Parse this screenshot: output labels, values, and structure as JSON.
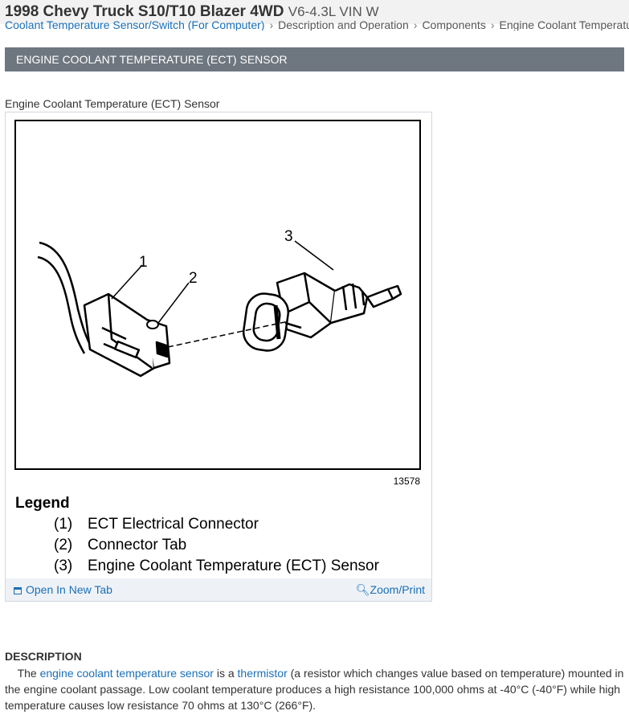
{
  "header": {
    "vehicle": "1998 Chevy Truck S10/T10 Blazer 4WD",
    "engine": "V6-4.3L VIN W"
  },
  "breadcrumb": {
    "item1": "Coolant Temperature Sensor/Switch (For Computer)",
    "item2": "Description and Operation",
    "item3": "Components",
    "item4": "Engine Coolant Temperature (ECT) Sensor"
  },
  "section": {
    "title": "ENGINE COOLANT TEMPERATURE (ECT) SENSOR"
  },
  "figure": {
    "caption": "Engine Coolant Temperature (ECT) Sensor",
    "number": "13578",
    "callouts": [
      "1",
      "2",
      "3"
    ],
    "legend_title": "Legend",
    "legend": [
      {
        "num": "(1)",
        "text": "ECT Electrical Connector"
      },
      {
        "num": "(2)",
        "text": "Connector Tab"
      },
      {
        "num": "(3)",
        "text": "Engine Coolant Temperature (ECT) Sensor"
      }
    ],
    "open_label": "Open In New Tab",
    "zoom_label": "Zoom/Print"
  },
  "description": {
    "heading": "DESCRIPTION",
    "t1": "The ",
    "link1": "engine coolant temperature sensor",
    "t2": " is a ",
    "link2": "thermistor",
    "t3": " (a resistor which changes value based on temperature) mounted in the engine coolant passage. Low coolant temperature produces a high resistance 100,000 ohms at -40°C (-40°F) while high temperature causes low resistance 70 ohms at 130°C (266°F)."
  }
}
